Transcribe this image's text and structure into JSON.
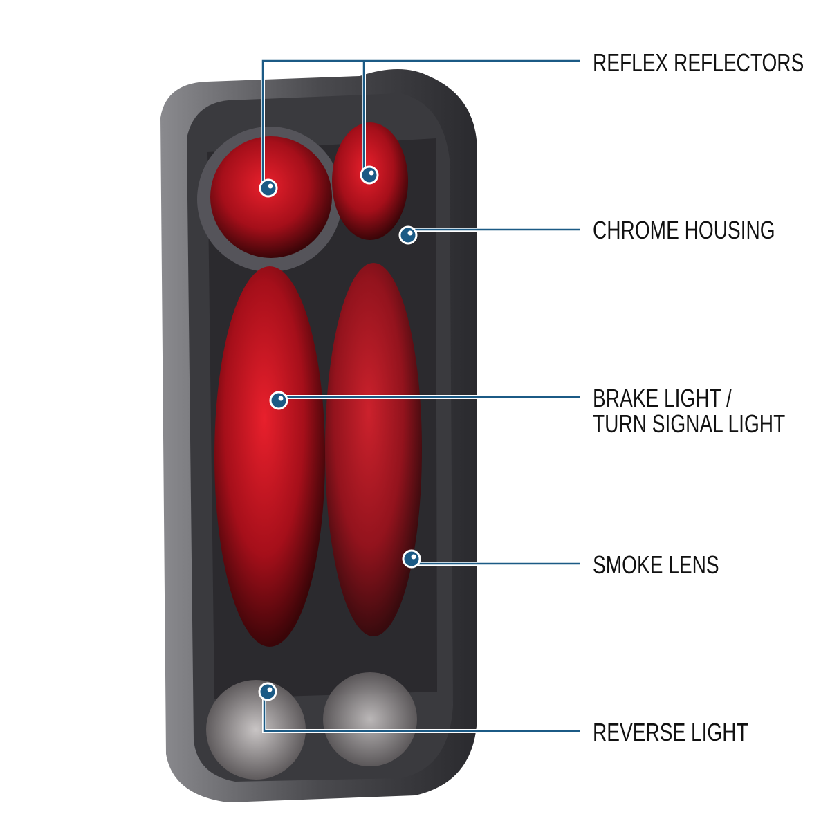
{
  "callouts": [
    {
      "id": "reflex",
      "label": "REFLEX REFLECTORS"
    },
    {
      "id": "chrome",
      "label": "CHROME HOUSING"
    },
    {
      "id": "brake",
      "label_line1": "BRAKE LIGHT /",
      "label_line2": "TURN SIGNAL LIGHT"
    },
    {
      "id": "smoke",
      "label": "SMOKE LENS"
    },
    {
      "id": "reverse",
      "label": "REVERSE LIGHT"
    }
  ],
  "colors": {
    "callout_line": "#1b5a85",
    "dot": "#1b5a85",
    "lens_red": "#b0101c",
    "smoke": "#3a3a3e",
    "frame": "#5a5a5e"
  }
}
